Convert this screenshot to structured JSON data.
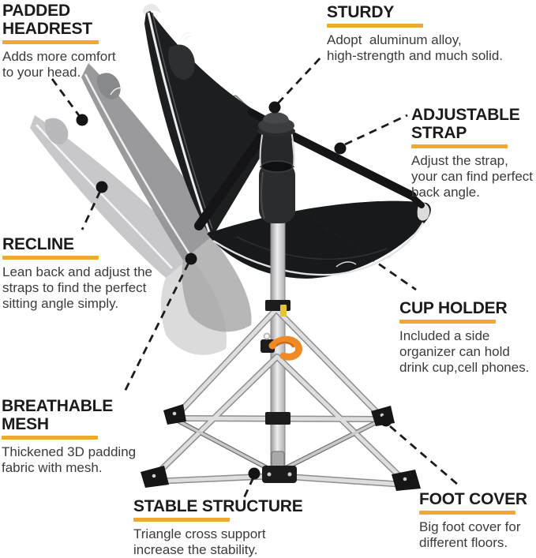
{
  "colors": {
    "accent_underline": "#EFA92F",
    "clamp_orange": "#EF8A26",
    "title_text": "#1b1b1b",
    "body_text": "#3b3b3b",
    "chair_fabric": "#1b1c1e",
    "frame_silver": "#d9d9da",
    "ghost_mid": "#929294",
    "ghost_light": "#c3c3c5"
  },
  "illustration": {
    "subject": "reclining hammock-style folding camp chair on aluminum tripod base, shown in three recline positions"
  },
  "callouts": {
    "padded_headrest": {
      "title": "PADDED\nHEADREST",
      "body": "Adds more comfort\nto your head."
    },
    "sturdy": {
      "title": "STURDY",
      "body": "Adopt  aluminum alloy,\nhigh-strength and much solid."
    },
    "adjustable_strap": {
      "title": "ADJUSTABLE\nSTRAP",
      "body": "Adjust the strap,\nyour can find perfect\nback angle."
    },
    "recline": {
      "title": "RECLINE",
      "body": "Lean back and adjust the\nstraps to find the perfect\nsitting angle simply."
    },
    "cup_holder": {
      "title": "CUP HOLDER",
      "body": "Included a side\norganizer can hold\ndrink cup,cell phones."
    },
    "breathable_mesh": {
      "title": "BREATHABLE\nMESH",
      "body": "Thickened 3D padding\nfabric with mesh."
    },
    "stable_structure": {
      "title": "STABLE STRUCTURE",
      "body": "Triangle cross support\nincrease the stability."
    },
    "foot_cover": {
      "title": "FOOT COVER",
      "body": "Big foot cover for\ndifferent floors."
    }
  }
}
